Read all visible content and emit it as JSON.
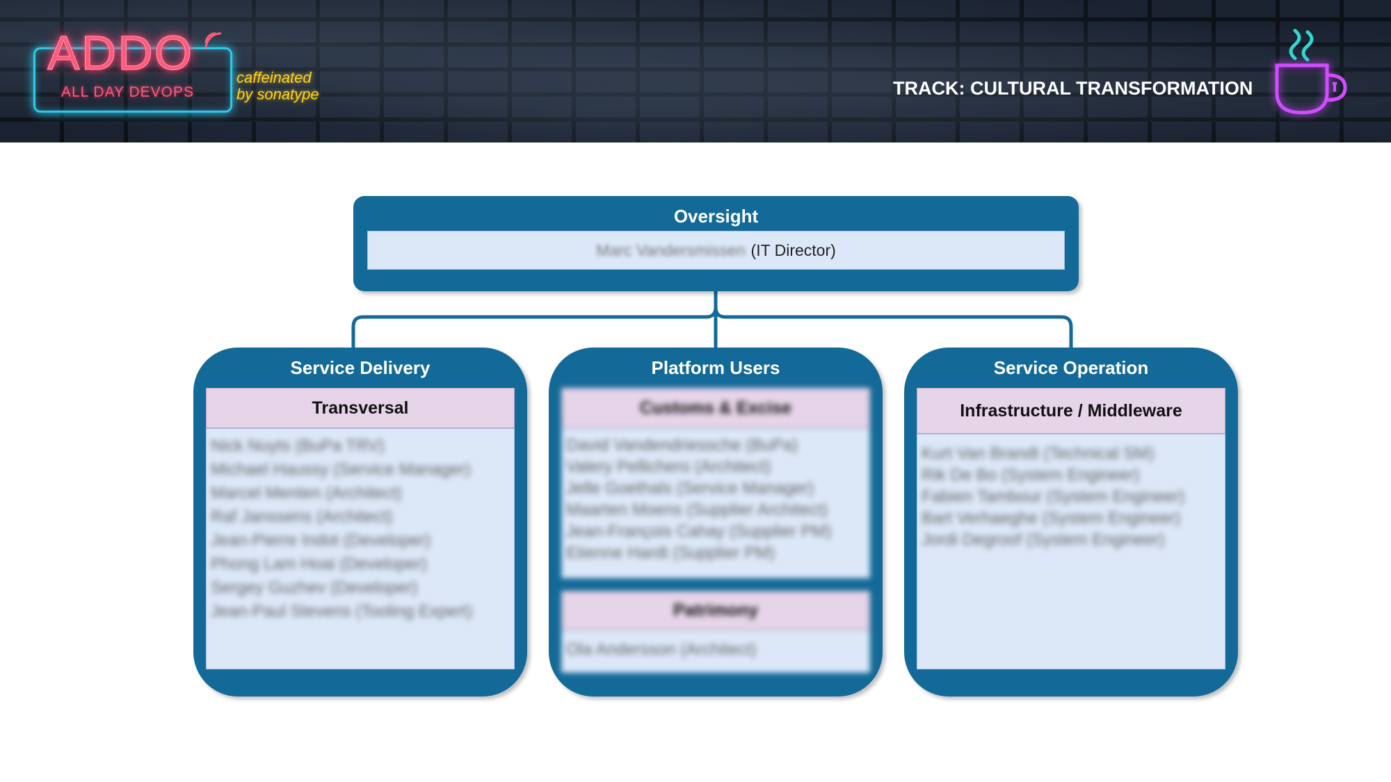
{
  "banner": {
    "logo_text": "ADDO",
    "logo_subtitle": "ALL DAY DEVOPS",
    "caffeinated_line1": "caffeinated",
    "caffeinated_line2": "by sonatype",
    "track": "TRACK: CULTURAL TRANSFORMATION",
    "colors": {
      "neon_pink": "#ff5a7a",
      "neon_cyan": "#2fc9e8",
      "neon_yellow": "#ffd21c",
      "neon_purple": "#d14cff"
    }
  },
  "diagram": {
    "colors": {
      "box": "#136a98",
      "header": "#e6d4e8",
      "body": "#dce8f8"
    },
    "oversight": {
      "title": "Oversight",
      "person_blurred": "Marc Vandersmissen",
      "role": "(IT Director)"
    },
    "columns": [
      {
        "title": "Service Delivery",
        "groups": [
          {
            "header": "Transversal",
            "members": [
              "Nick Nuyts (BuPa TRV)",
              "Michael Haussy (Service Manager)",
              "Marcel Menten (Architect)",
              "Raf Janssens (Architect)",
              "Jean-Pierre Indot (Developer)",
              "Phong Lam Hoai (Developer)",
              "Sergey Guzhev (Developer)",
              "Jean-Paul Stevens (Tooling Expert)"
            ]
          }
        ]
      },
      {
        "title": "Platform Users",
        "groups": [
          {
            "header": "Customs & Excise",
            "members": [
              "David Vandendriessche (BuPa)",
              "Valery Pellichero (Architect)",
              "Jelle Goethals (Service Manager)",
              "Maarten Moens (Supplier Architect)",
              "Jean-François Cahay (Supplier PM)",
              "Etienne Hardt (Supplier PM)"
            ]
          },
          {
            "header": "Patrimony",
            "members": [
              "Ola Andersson (Architect)"
            ]
          }
        ]
      },
      {
        "title": "Service Operation",
        "groups": [
          {
            "header": "Infrastructure / Middleware",
            "members": [
              "Kurt Van Brandt (Technical SM)",
              "Rik De Bo (System Engineer)",
              "Fabien Tambour (System Engineer)",
              "Bart Verhaeghe (System Engineer)",
              "Jordi Degroof (System Engineer)"
            ]
          }
        ]
      }
    ]
  }
}
